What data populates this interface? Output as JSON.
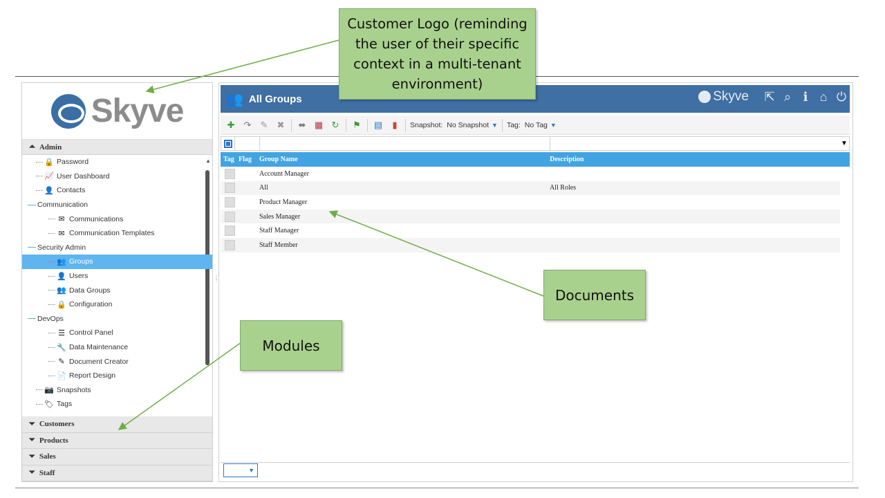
{
  "sidebar": {
    "logo_text": "Skyve",
    "active_module": "Admin",
    "items": [
      {
        "label": "Password",
        "icon": "lock-icon",
        "glyph": "🔒",
        "kind": "leaf0"
      },
      {
        "label": "User Dashboard",
        "icon": "chart-area-icon",
        "glyph": "📈",
        "kind": "leaf0"
      },
      {
        "label": "Contacts",
        "icon": "contact-card-icon",
        "glyph": "👤",
        "kind": "leaf0"
      },
      {
        "label": "Communication",
        "kind": "group"
      },
      {
        "label": "Communications",
        "icon": "envelope-icon",
        "glyph": "✉",
        "kind": "leaf1"
      },
      {
        "label": "Communication Templates",
        "icon": "envelope-open-icon",
        "glyph": "✉",
        "kind": "leaf1"
      },
      {
        "label": "Security Admin",
        "kind": "group"
      },
      {
        "label": "Groups",
        "icon": "users-icon",
        "glyph": "👥",
        "kind": "leaf1",
        "selected": true
      },
      {
        "label": "Users",
        "icon": "user-icon",
        "glyph": "👤",
        "kind": "leaf1"
      },
      {
        "label": "Data Groups",
        "icon": "users-icon",
        "glyph": "👥",
        "kind": "leaf1"
      },
      {
        "label": "Configuration",
        "icon": "lock-icon",
        "glyph": "🔒",
        "kind": "leaf1"
      },
      {
        "label": "DevOps",
        "kind": "group"
      },
      {
        "label": "Control Panel",
        "icon": "sliders-icon",
        "glyph": "☰",
        "kind": "leaf1"
      },
      {
        "label": "Data Maintenance",
        "icon": "wrench-icon",
        "glyph": "🔧",
        "kind": "leaf1"
      },
      {
        "label": "Document Creator",
        "icon": "edit-icon",
        "glyph": "✎",
        "kind": "leaf1"
      },
      {
        "label": "Report Design",
        "icon": "pdf-file-icon",
        "glyph": "📄",
        "kind": "leaf1"
      },
      {
        "label": "Snapshots",
        "icon": "camera-icon",
        "glyph": "📷",
        "kind": "leaf0"
      },
      {
        "label": "Tags",
        "icon": "tag-icon",
        "glyph": "🏷",
        "kind": "leaf0"
      }
    ],
    "modules": [
      "Customers",
      "Products",
      "Sales",
      "Staff"
    ]
  },
  "main": {
    "title": "All Groups",
    "brand": "Skyve",
    "toolbar": {
      "snapshot_label": "Snapshot:",
      "snapshot_value": "No Snapshot",
      "tag_label": "Tag:",
      "tag_value": "No Tag"
    },
    "columns": {
      "tag": "Tag",
      "flag": "Flag",
      "name": "Group Name",
      "description": "Description"
    },
    "rows": [
      {
        "name": "Account Manager",
        "description": ""
      },
      {
        "name": "All",
        "description": "All Roles"
      },
      {
        "name": "Product Manager",
        "description": ""
      },
      {
        "name": "Sales Manager",
        "description": ""
      },
      {
        "name": "Staff Manager",
        "description": ""
      },
      {
        "name": "Staff Member",
        "description": ""
      }
    ]
  },
  "callouts": {
    "logo": "Customer Logo (reminding the user of their specific context in a multi-tenant environment)",
    "documents": "Documents",
    "modules": "Modules"
  },
  "colors": {
    "title_bar": "#3f6fa3",
    "grid_header": "#42a4e2",
    "selected": "#5fb5ef",
    "callout": "#a9d18e",
    "arrow": "#70ad47"
  }
}
